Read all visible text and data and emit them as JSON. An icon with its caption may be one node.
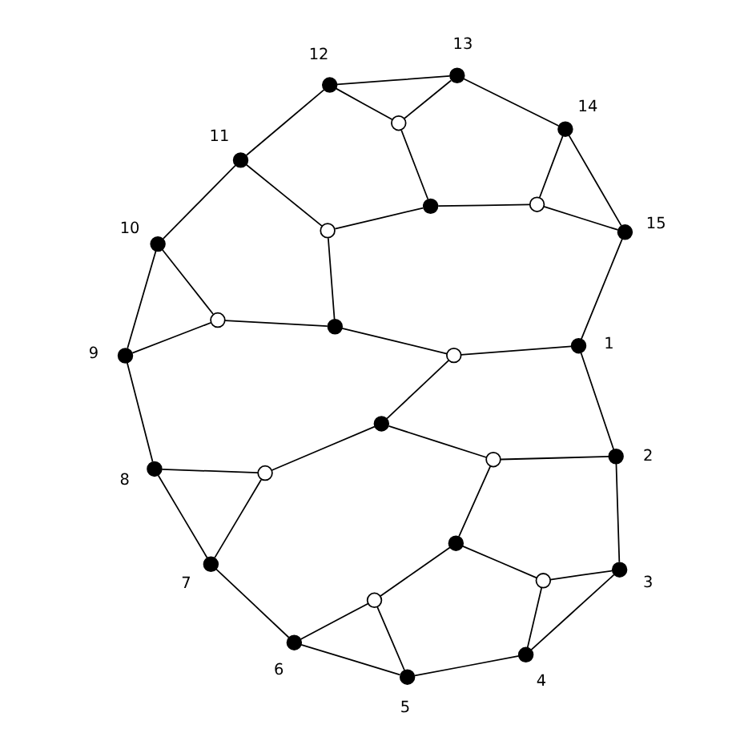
{
  "diagram": {
    "nodes": [
      {
        "text": [],
        "shape": "circle",
        "beside": [
          "1"
        ]
      },
      {
        "text": [],
        "shape": "circle",
        "beside": [
          "2"
        ]
      },
      {
        "text": [],
        "shape": "circle",
        "beside": [
          "3"
        ]
      },
      {
        "text": [],
        "shape": "circle",
        "beside": [
          "4"
        ]
      },
      {
        "text": [],
        "shape": "circle",
        "beside": [
          "5"
        ]
      },
      {
        "text": [],
        "shape": "circle",
        "beside": [
          "6"
        ]
      },
      {
        "text": [],
        "shape": "circle",
        "beside": [
          "7"
        ]
      },
      {
        "text": [],
        "shape": "circle",
        "beside": [
          "8"
        ]
      },
      {
        "text": [],
        "shape": "circle",
        "beside": [
          "9"
        ]
      },
      {
        "text": [],
        "shape": "circle",
        "beside": [
          "10"
        ]
      },
      {
        "text": [],
        "shape": "circle",
        "beside": [
          "11"
        ]
      },
      {
        "text": [],
        "shape": "circle",
        "beside": [
          "12"
        ]
      },
      {
        "text": [],
        "shape": "circle",
        "beside": [
          "13"
        ]
      },
      {
        "text": [],
        "shape": "circle",
        "beside": [
          "14"
        ]
      },
      {
        "text": [],
        "shape": "circle",
        "beside": [
          "15"
        ]
      },
      {
        "text": [],
        "shape": "circle"
      },
      {
        "text": [],
        "shape": "circle"
      },
      {
        "text": [],
        "shape": "circle"
      },
      {
        "text": [],
        "shape": "circle"
      },
      {
        "text": [],
        "shape": "circle"
      },
      {
        "text": [],
        "shape": "circle"
      },
      {
        "text": [],
        "shape": "circle"
      },
      {
        "text": [],
        "shape": "circle"
      },
      {
        "text": [],
        "shape": "circle"
      },
      {
        "text": [],
        "shape": "circle"
      },
      {
        "text": [],
        "shape": "circle"
      },
      {
        "text": [],
        "shape": "circle"
      },
      {
        "text": [],
        "shape": "circle"
      }
    ],
    "edges": [
      {
        "from": 0,
        "to": 1,
        "arrow": "none"
      },
      {
        "from": 1,
        "to": 2,
        "arrow": "none"
      },
      {
        "from": 2,
        "to": 3,
        "arrow": "none"
      },
      {
        "from": 3,
        "to": 4,
        "arrow": "none"
      },
      {
        "from": 4,
        "to": 5,
        "arrow": "none"
      },
      {
        "from": 5,
        "to": 6,
        "arrow": "none"
      },
      {
        "from": 6,
        "to": 7,
        "arrow": "none"
      },
      {
        "from": 7,
        "to": 8,
        "arrow": "none"
      },
      {
        "from": 8,
        "to": 9,
        "arrow": "none"
      },
      {
        "from": 9,
        "to": 10,
        "arrow": "none"
      },
      {
        "from": 10,
        "to": 11,
        "arrow": "none"
      },
      {
        "from": 11,
        "to": 12,
        "arrow": "none"
      },
      {
        "from": 12,
        "to": 13,
        "arrow": "none"
      },
      {
        "from": 13,
        "to": 14,
        "arrow": "none"
      },
      {
        "from": 14,
        "to": 0,
        "arrow": "none"
      },
      {
        "from": 15,
        "to": 11,
        "arrow": "none"
      },
      {
        "from": 15,
        "to": 12,
        "arrow": "none"
      },
      {
        "from": 15,
        "to": 16,
        "arrow": "none"
      },
      {
        "from": 16,
        "to": 17,
        "arrow": "none"
      },
      {
        "from": 16,
        "to": 18,
        "arrow": "none"
      },
      {
        "from": 18,
        "to": 13,
        "arrow": "none"
      },
      {
        "from": 18,
        "to": 14,
        "arrow": "none"
      },
      {
        "from": 17,
        "to": 10,
        "arrow": "none"
      },
      {
        "from": 17,
        "to": 20,
        "arrow": "none"
      },
      {
        "from": 20,
        "to": 19,
        "arrow": "none"
      },
      {
        "from": 20,
        "to": 21,
        "arrow": "none"
      },
      {
        "from": 19,
        "to": 9,
        "arrow": "none"
      },
      {
        "from": 19,
        "to": 8,
        "arrow": "none"
      },
      {
        "from": 21,
        "to": 0,
        "arrow": "none"
      },
      {
        "from": 21,
        "to": 22,
        "arrow": "none"
      },
      {
        "from": 22,
        "to": 23,
        "arrow": "none"
      },
      {
        "from": 22,
        "to": 24,
        "arrow": "none"
      },
      {
        "from": 23,
        "to": 7,
        "arrow": "none"
      },
      {
        "from": 23,
        "to": 6,
        "arrow": "none"
      },
      {
        "from": 24,
        "to": 1,
        "arrow": "none"
      },
      {
        "from": 24,
        "to": 25,
        "arrow": "none"
      },
      {
        "from": 25,
        "to": 27,
        "arrow": "none"
      },
      {
        "from": 25,
        "to": 26,
        "arrow": "none"
      },
      {
        "from": 26,
        "to": 2,
        "arrow": "none"
      },
      {
        "from": 26,
        "to": 3,
        "arrow": "none"
      },
      {
        "from": 27,
        "to": 5,
        "arrow": "none"
      },
      {
        "from": 27,
        "to": 4,
        "arrow": "none"
      }
    ]
  }
}
